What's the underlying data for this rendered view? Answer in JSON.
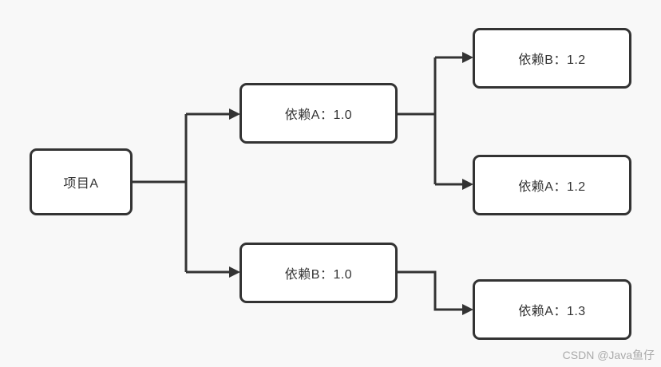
{
  "diagram": {
    "title": "dependency-tree",
    "nodes": [
      {
        "id": "project-a",
        "label": "项目A"
      },
      {
        "id": "dep-a-1.0",
        "label": "依赖A：1.0"
      },
      {
        "id": "dep-b-1.0",
        "label": "依赖B：1.0"
      },
      {
        "id": "dep-b-1.2",
        "label": "依赖B：1.2"
      },
      {
        "id": "dep-a-1.2",
        "label": "依赖A：1.2"
      },
      {
        "id": "dep-a-1.3",
        "label": "依赖A：1.3"
      }
    ],
    "edges": [
      {
        "from": "project-a",
        "to": "dep-a-1.0"
      },
      {
        "from": "project-a",
        "to": "dep-b-1.0"
      },
      {
        "from": "dep-a-1.0",
        "to": "dep-b-1.2"
      },
      {
        "from": "dep-a-1.0",
        "to": "dep-a-1.2"
      },
      {
        "from": "dep-b-1.0",
        "to": "dep-a-1.3"
      }
    ],
    "colors": {
      "background": "#f8f8f8",
      "node_fill": "#ffffff",
      "node_border": "#333333",
      "connector": "#333333",
      "text": "#333333",
      "watermark": "#aaaaaa"
    }
  },
  "watermark": {
    "text": "CSDN @Java鱼仔"
  }
}
